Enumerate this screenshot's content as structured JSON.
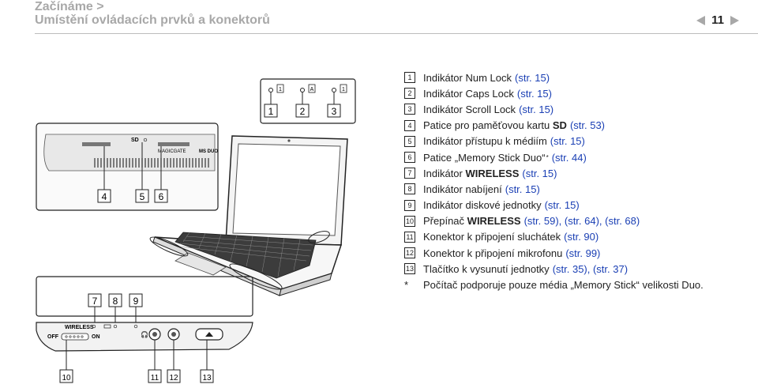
{
  "header": {
    "title_line1": "Začínáme >",
    "title_line2": "Umístění ovládacích prvků a konektorů",
    "page_number": "11"
  },
  "illustration": {
    "labels": {
      "sd": "SD",
      "magicgate": "MAGICGATE",
      "msduo": "MS DUO",
      "wireless": "WIRELESS",
      "off": "OFF",
      "on": "ON"
    },
    "callouts_top": [
      "1",
      "2",
      "3"
    ],
    "callouts_left": [
      "4",
      "5",
      "6"
    ],
    "callouts_mid": [
      "7",
      "8",
      "9"
    ],
    "callouts_bottom": [
      "10",
      "11",
      "12",
      "13"
    ],
    "caps_letters": [
      "1",
      "A",
      "1"
    ]
  },
  "legend": [
    {
      "n": "1",
      "pre": "Indikátor Num Lock",
      "bold": "",
      "post": "",
      "ref": "(str. 15)"
    },
    {
      "n": "2",
      "pre": "Indikátor Caps Lock",
      "bold": "",
      "post": "",
      "ref": "(str. 15)"
    },
    {
      "n": "3",
      "pre": "Indikátor Scroll Lock",
      "bold": "",
      "post": "",
      "ref": "(str. 15)"
    },
    {
      "n": "4",
      "pre": "Patice pro paměťovou kartu",
      "bold": "SD",
      "post": "",
      "ref": "(str. 53)"
    },
    {
      "n": "5",
      "pre": "Indikátor přístupu k médiím",
      "bold": "",
      "post": "",
      "ref": "(str. 15)"
    },
    {
      "n": "6",
      "pre": "Patice „Memory Stick Duo“",
      "bold": "",
      "post": "*",
      "ref": "(str. 44)"
    },
    {
      "n": "7",
      "pre": "Indikátor",
      "bold": "WIRELESS",
      "post": "",
      "ref": "(str. 15)"
    },
    {
      "n": "8",
      "pre": "Indikátor nabíjení",
      "bold": "",
      "post": "",
      "ref": "(str. 15)"
    },
    {
      "n": "9",
      "pre": "Indikátor diskové jednotky",
      "bold": "",
      "post": "",
      "ref": "(str. 15)"
    },
    {
      "n": "10",
      "pre": "Přepínač",
      "bold": "WIRELESS",
      "post": "",
      "ref": "(str. 59), (str. 64), (str. 68)"
    },
    {
      "n": "11",
      "pre": "Konektor k připojení sluchátek",
      "bold": "",
      "post": "",
      "ref": "(str. 90)"
    },
    {
      "n": "12",
      "pre": "Konektor k připojení mikrofonu",
      "bold": "",
      "post": "",
      "ref": "(str. 99)"
    },
    {
      "n": "13",
      "pre": "Tlačítko k vysunutí jednotky",
      "bold": "",
      "post": "",
      "ref": "(str. 35), (str. 37)"
    }
  ],
  "footnote": {
    "mark": "*",
    "text": "Počítač podporuje pouze média „Memory Stick“ velikosti Duo."
  }
}
